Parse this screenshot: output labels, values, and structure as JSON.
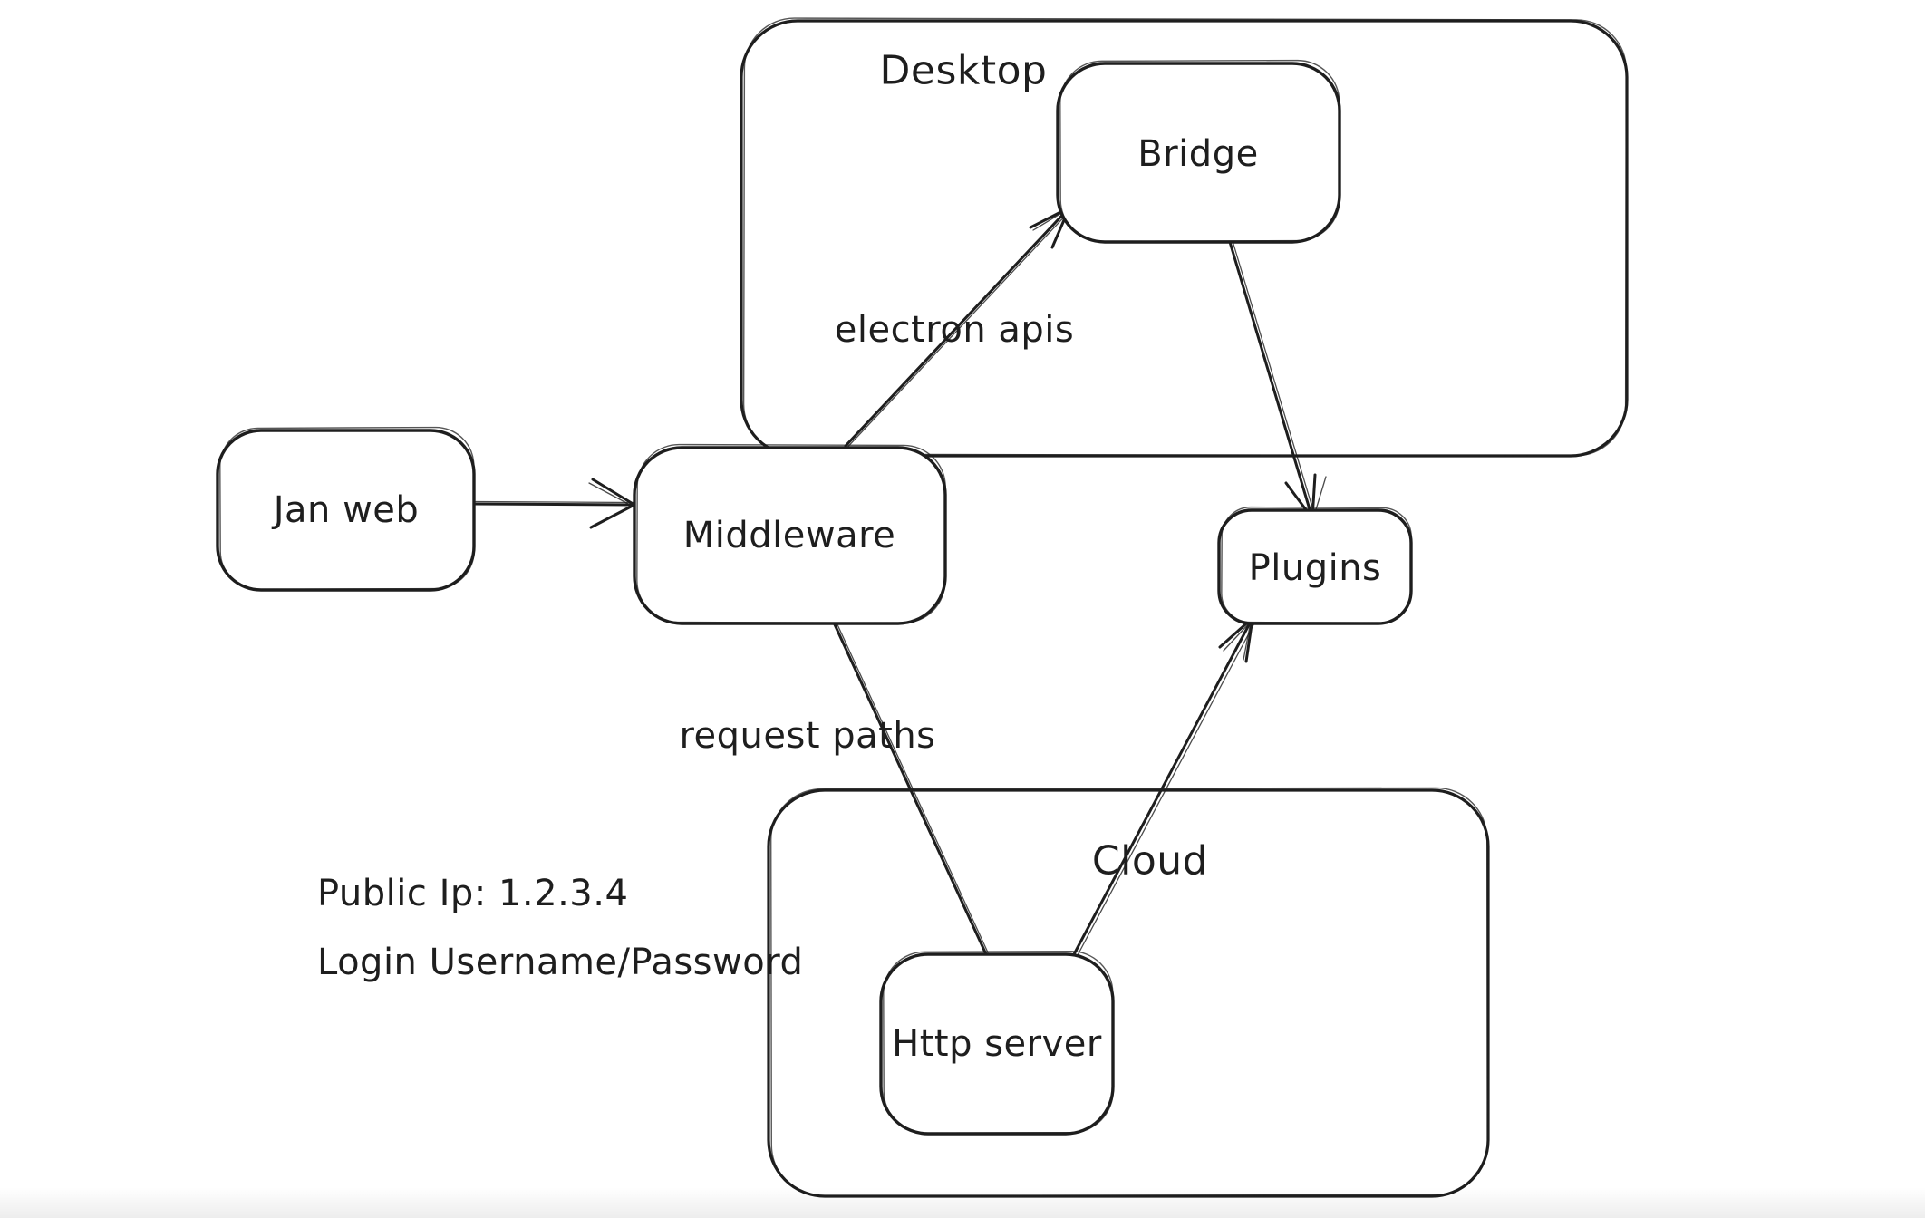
{
  "canvas": {
    "background_color": "#ffffff",
    "stroke_color": "#1e1e1e"
  },
  "containers": {
    "desktop": {
      "label": "Desktop"
    },
    "cloud": {
      "label": "Cloud"
    }
  },
  "nodes": {
    "jan_web": {
      "label": "Jan web"
    },
    "middleware": {
      "label": "Middleware"
    },
    "bridge": {
      "label": "Bridge"
    },
    "plugins": {
      "label": "Plugins"
    },
    "http_server": {
      "label": "Http server"
    }
  },
  "edges": [
    {
      "from": "jan_web",
      "to": "middleware",
      "label": ""
    },
    {
      "from": "middleware",
      "to": "bridge",
      "label": "electron apis"
    },
    {
      "from": "bridge",
      "to": "plugins",
      "label": ""
    },
    {
      "from": "middleware",
      "to": "http_server",
      "label": "request paths"
    },
    {
      "from": "http_server",
      "to": "plugins",
      "label": ""
    }
  ],
  "edge_labels": {
    "electron_apis": "electron apis",
    "request_paths": "request paths"
  },
  "annotations": {
    "public_ip": "Public Ip: 1.2.3.4",
    "login": "Login Username/Password"
  }
}
